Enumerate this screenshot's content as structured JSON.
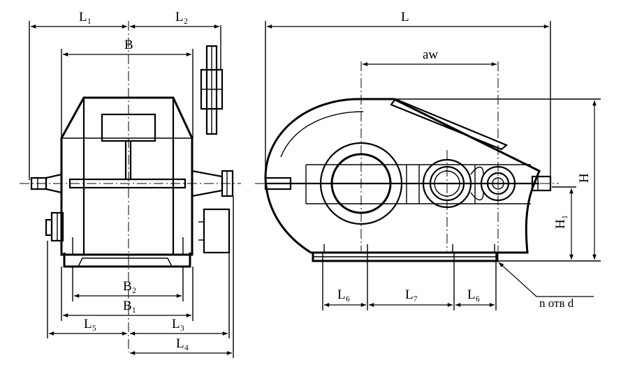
{
  "labels": {
    "L1": "L₁",
    "L2": "L₂",
    "B": "B",
    "B2": "B₂",
    "B1": "B₁",
    "L5": "L₅",
    "L3": "L₃",
    "L4": "L₄",
    "L": "L",
    "aw": "aw",
    "H": "H",
    "H1": "H₁",
    "L6a": "L₆",
    "L7": "L₇",
    "L6b": "L₆",
    "holes": "n отв d"
  }
}
